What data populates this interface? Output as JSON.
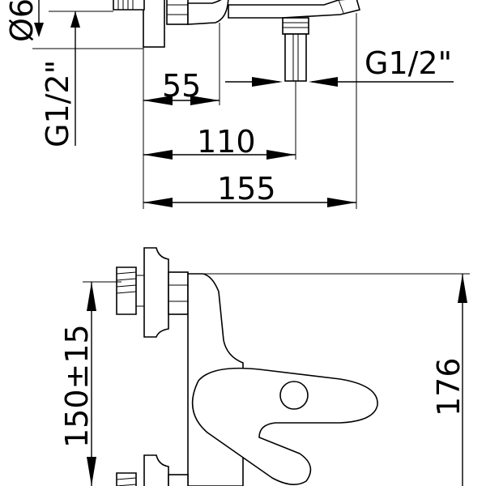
{
  "top_view": {
    "dim_diameter": "Ø6",
    "dim_inlet_thread": "G1/2\"",
    "dim_outlet_thread": "G1/2\"",
    "dim_55": "55",
    "dim_110": "110",
    "dim_155": "155"
  },
  "front_view": {
    "dim_spacing": "150±15",
    "dim_height": "176"
  }
}
